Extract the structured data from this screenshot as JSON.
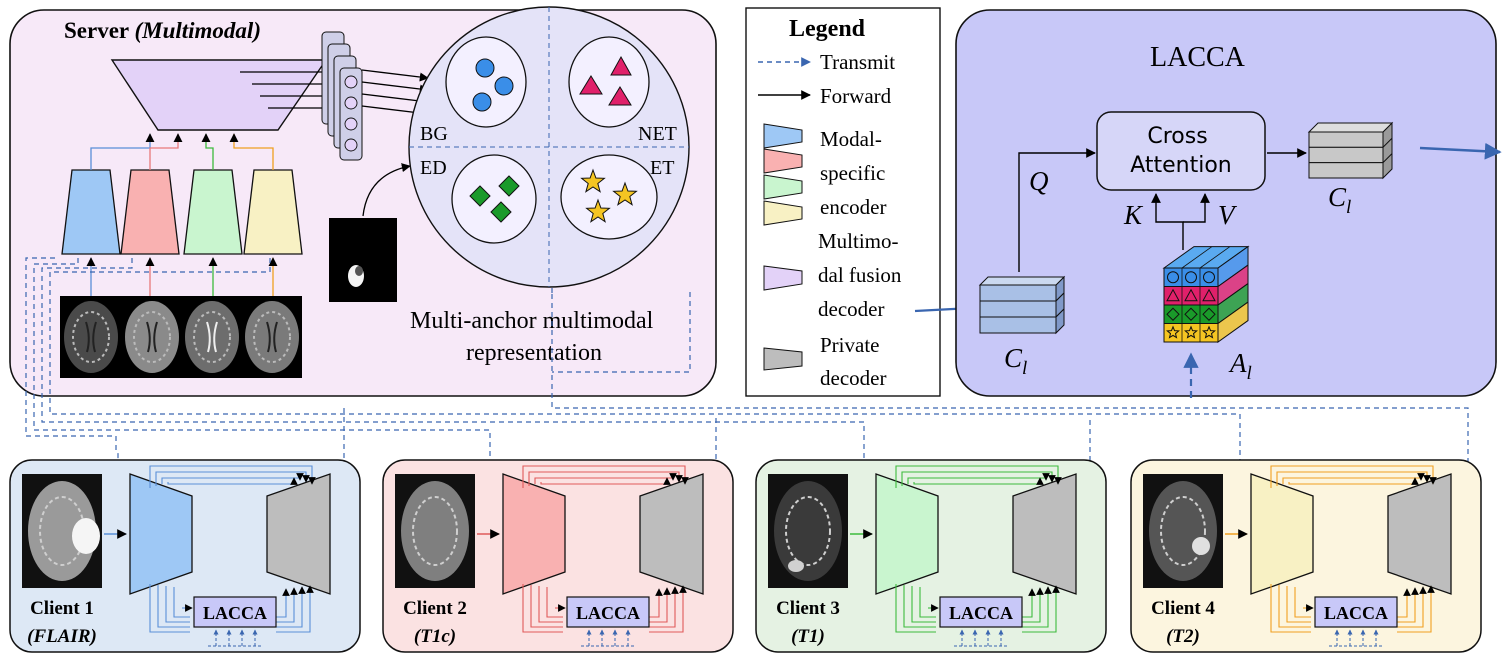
{
  "server": {
    "title": "Server",
    "title_mode": "(Multimodal)",
    "caption_line1": "Multi-anchor multimodal",
    "caption_line2": "representation",
    "quadrants": [
      "BG",
      "NET",
      "ED",
      "ET"
    ]
  },
  "legend": {
    "title": "Legend",
    "items": [
      {
        "label": "Transmit"
      },
      {
        "label": "Forward"
      },
      {
        "label": [
          "Modal-",
          "specific",
          "encoder"
        ]
      },
      {
        "label": [
          "Multimo-",
          "dal fusion",
          "decoder"
        ]
      },
      {
        "label": [
          "Private",
          "decoder"
        ]
      }
    ]
  },
  "lacca": {
    "title": "LACCA",
    "cross_attention": [
      "Cross",
      "Attention"
    ],
    "q": "Q",
    "k": "K",
    "v": "V",
    "c_in": "C",
    "c_out": "C",
    "a": "A",
    "sub": "l"
  },
  "clients": [
    {
      "name": "Client 1",
      "modality": "(FLAIR)",
      "module": "LACCA",
      "color": "#5a8fd8",
      "enc_fill": "#9ec8f5",
      "bg": "#dde8f5"
    },
    {
      "name": "Client 2",
      "modality": "(T1c)",
      "module": "LACCA",
      "color": "#e05a5a",
      "enc_fill": "#f9b1b1",
      "bg": "#fbe2e2"
    },
    {
      "name": "Client 3",
      "modality": "(T1)",
      "module": "LACCA",
      "color": "#3dbb3d",
      "enc_fill": "#c9f5cf",
      "bg": "#e5f2e3"
    },
    {
      "name": "Client 4",
      "modality": "(T2)",
      "module": "LACCA",
      "color": "#f0a020",
      "enc_fill": "#f8f1c4",
      "bg": "#fcf5df"
    }
  ],
  "colors": {
    "server_bg": "#f7e9f8",
    "lacca_bg": "#c8c8f8",
    "fusion_decoder": "#e3d2f8",
    "private_decoder": "#bdbdbd",
    "anchor_blue": "#3a8ee8",
    "anchor_pink": "#e0206a",
    "anchor_green": "#1a9a2a",
    "anchor_gold": "#f5c522",
    "transmit": "#3a66b0"
  }
}
